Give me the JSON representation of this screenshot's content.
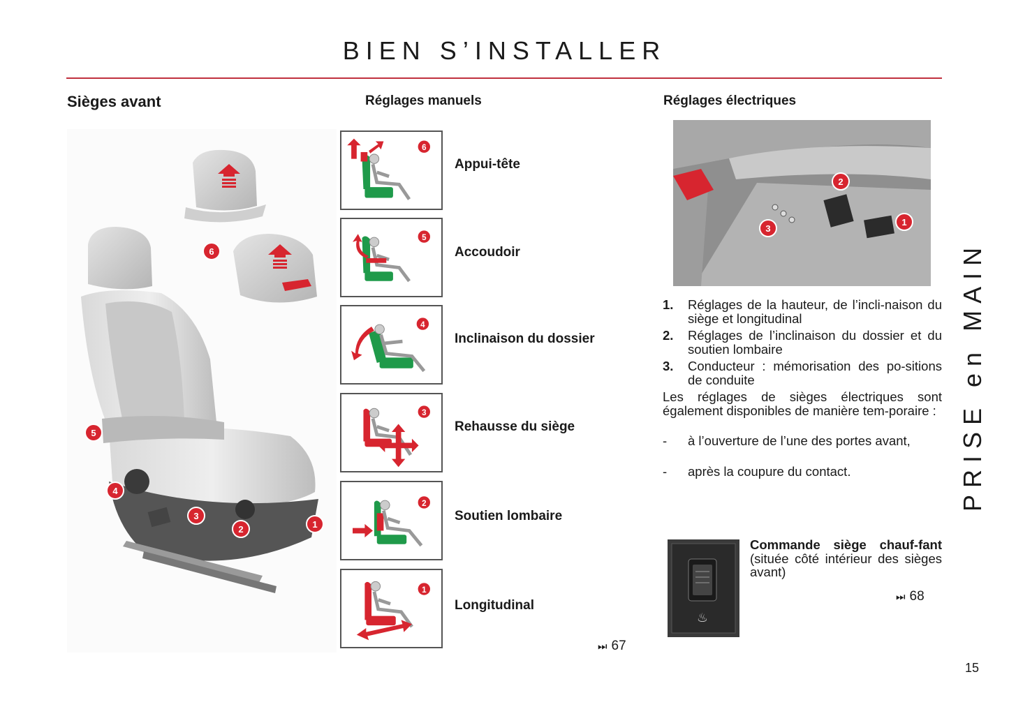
{
  "header": {
    "title": "BIEN S’INSTALLER"
  },
  "sections": {
    "front_seats": "Sièges avant",
    "manual": "Réglages manuels",
    "electric": "Réglages électriques"
  },
  "seat_callouts": [
    "1",
    "2",
    "3",
    "4",
    "5",
    "6"
  ],
  "manual_adjustments": [
    {
      "number": "6",
      "label": "Appui-tête"
    },
    {
      "number": "5",
      "label": "Accoudoir"
    },
    {
      "number": "4",
      "label": "Inclinaison du dossier"
    },
    {
      "number": "3",
      "label": "Rehausse du siège"
    },
    {
      "number": "2",
      "label": "Soutien lombaire"
    },
    {
      "number": "1",
      "label": "Longitudinal"
    }
  ],
  "manual_ref": {
    "icon": "next-page-icon",
    "page": "67"
  },
  "electric_callouts": [
    "1",
    "2",
    "3"
  ],
  "electric_list": [
    {
      "number": "1.",
      "text": "Réglages de la hauteur, de l’incli-naison du siège et longitudinal"
    },
    {
      "number": "2.",
      "text": "Réglages de l’inclinaison du dossier et du soutien lombaire"
    },
    {
      "number": "3.",
      "text": "Conducteur : mémorisation des po-sitions de conduite"
    }
  ],
  "electric_paragraph": "Les réglages de sièges électriques sont également disponibles de manière tem-poraire :",
  "electric_conditions": [
    {
      "dash": "-",
      "text": "à l’ouverture de l’une des portes avant,"
    },
    {
      "dash": "-",
      "text": "après la coupure du contact."
    }
  ],
  "heated_seat": {
    "title": "Commande siège chauf-fant",
    "description": "(située côté intérieur des sièges avant)",
    "ref_icon": "next-page-icon",
    "ref_page": "68"
  },
  "side_label": "PRISE en MAIN",
  "page_number": "15",
  "colors": {
    "accent_red": "#c0303e",
    "callout_red": "#d7252f",
    "seat_green": "#1f9a4a"
  }
}
